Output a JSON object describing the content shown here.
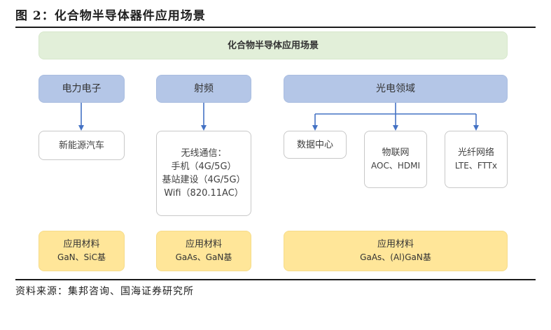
{
  "figure_title": "图 2：化合物半导体器件应用场景",
  "root": "化合物半导体应用场景",
  "categories": [
    "电力电子",
    "射频",
    "光电领域"
  ],
  "applications": {
    "power": [
      "新能源汽车"
    ],
    "rf": [
      "无线通信：",
      "手机（4G/5G）",
      "基站建设（4G/5G）",
      "Wifi（820.11AC）"
    ],
    "optical": [
      {
        "title": "数据中心",
        "sub": ""
      },
      {
        "title": "物联网",
        "sub": "AOC、HDMI"
      },
      {
        "title": "光纤网络",
        "sub": "LTE、FTTx"
      }
    ]
  },
  "materials": [
    {
      "title": "应用材料",
      "sub": "GaN、SiC基"
    },
    {
      "title": "应用材料",
      "sub": "GaAs、GaN基"
    },
    {
      "title": "应用材料",
      "sub": "GaAs、(Al)GaN基"
    }
  ],
  "source": "资料来源：集邦咨询、国海证券研究所",
  "colors": {
    "root_fill": "#e2efd9",
    "category_fill": "#b4c6e7",
    "material_fill": "#ffe699",
    "connector": "#4472c4"
  }
}
